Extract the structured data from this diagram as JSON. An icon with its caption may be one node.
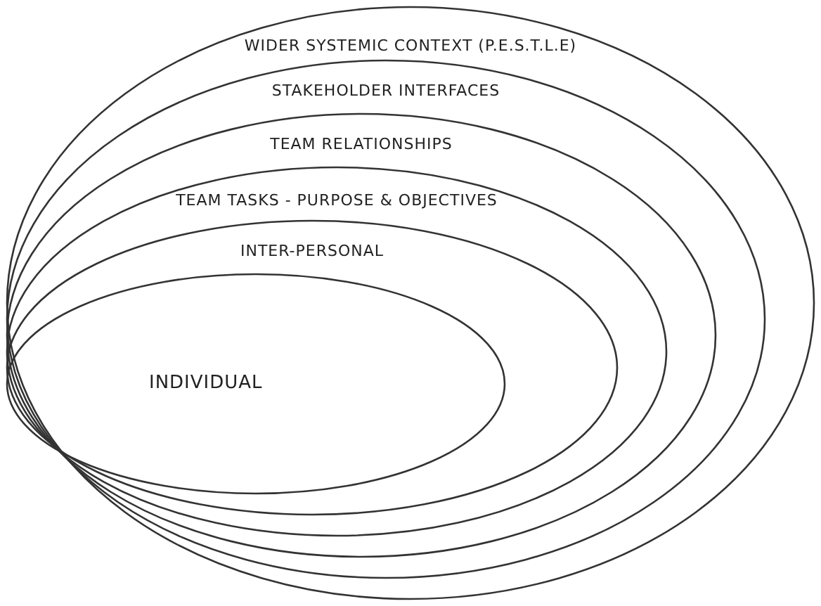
{
  "diagram": {
    "nodes": [
      {
        "text": [
          "WIDER SYSTEMIC CONTEXT (P.E.S.T.L.E)"
        ]
      },
      {
        "text": [
          "STAKEHOLDER INTERFACES"
        ],
        "in": 0
      },
      {
        "text": [
          "TEAM RELATIONSHIPS"
        ],
        "in": 1
      },
      {
        "text": [
          "TEAM TASKS - PURPOSE & OBJECTIVES"
        ],
        "in": 2
      },
      {
        "text": [
          "INTER-PERSONAL"
        ],
        "in": 3
      },
      {
        "text": [
          "INDIVIDUAL"
        ],
        "in": 4
      }
    ]
  }
}
